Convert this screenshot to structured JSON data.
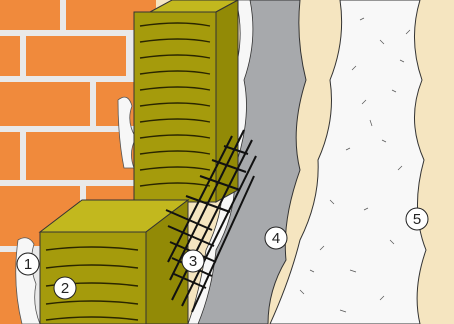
{
  "diagram": {
    "callouts": [
      {
        "id": 1,
        "label": "1"
      },
      {
        "id": 2,
        "label": "2"
      },
      {
        "id": 3,
        "label": "3"
      },
      {
        "id": 4,
        "label": "4"
      },
      {
        "id": 5,
        "label": "5"
      }
    ],
    "colors": {
      "brick": "#f08a3c",
      "mortar": "#e9e9e9",
      "insulation": "#a59b0c",
      "insulation_top": "#c2b81e",
      "insulation_front": "#928a06",
      "base_coat": "#a7a9ac",
      "render": "#f7f7f7",
      "background": "#f5e5c0"
    }
  }
}
